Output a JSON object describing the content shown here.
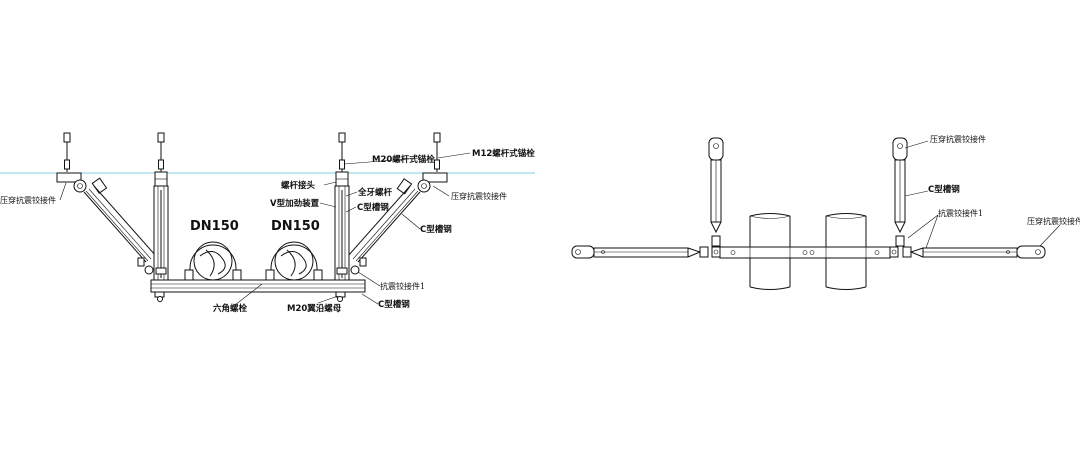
{
  "left_view": {
    "pipe_labels": [
      "DN150",
      "DN150"
    ],
    "labels": {
      "m20_anchor": "M20螺杆式锚栓",
      "m12_anchor": "M12螺杆式锚栓",
      "rod_connector": "螺杆接头",
      "full_thread_rod": "全牙螺杆",
      "v_stiffener": "V型加劲装置",
      "c_channel_vertical": "C型槽钢",
      "c_channel_diagonal": "C型槽钢",
      "seismic_hinge_1": "抗震铰接件1",
      "hex_bolt": "六角螺栓",
      "m20_flange_nut": "M20翼沿螺母",
      "c_channel_bottom": "C型槽钢",
      "seismic_hinge_left": "压穿抗震铰接件",
      "seismic_hinge_right": "压穿抗震铰接件"
    }
  },
  "right_view": {
    "labels": {
      "seismic_hinge_top": "压穿抗震铰接件",
      "c_channel": "C型槽钢",
      "seismic_hinge_1": "抗震铰接件1",
      "seismic_hinge_right": "压穿抗震铰接件"
    }
  },
  "colors": {
    "line": "#111111",
    "reference_line": "#7fd0e6",
    "background": "#ffffff"
  }
}
